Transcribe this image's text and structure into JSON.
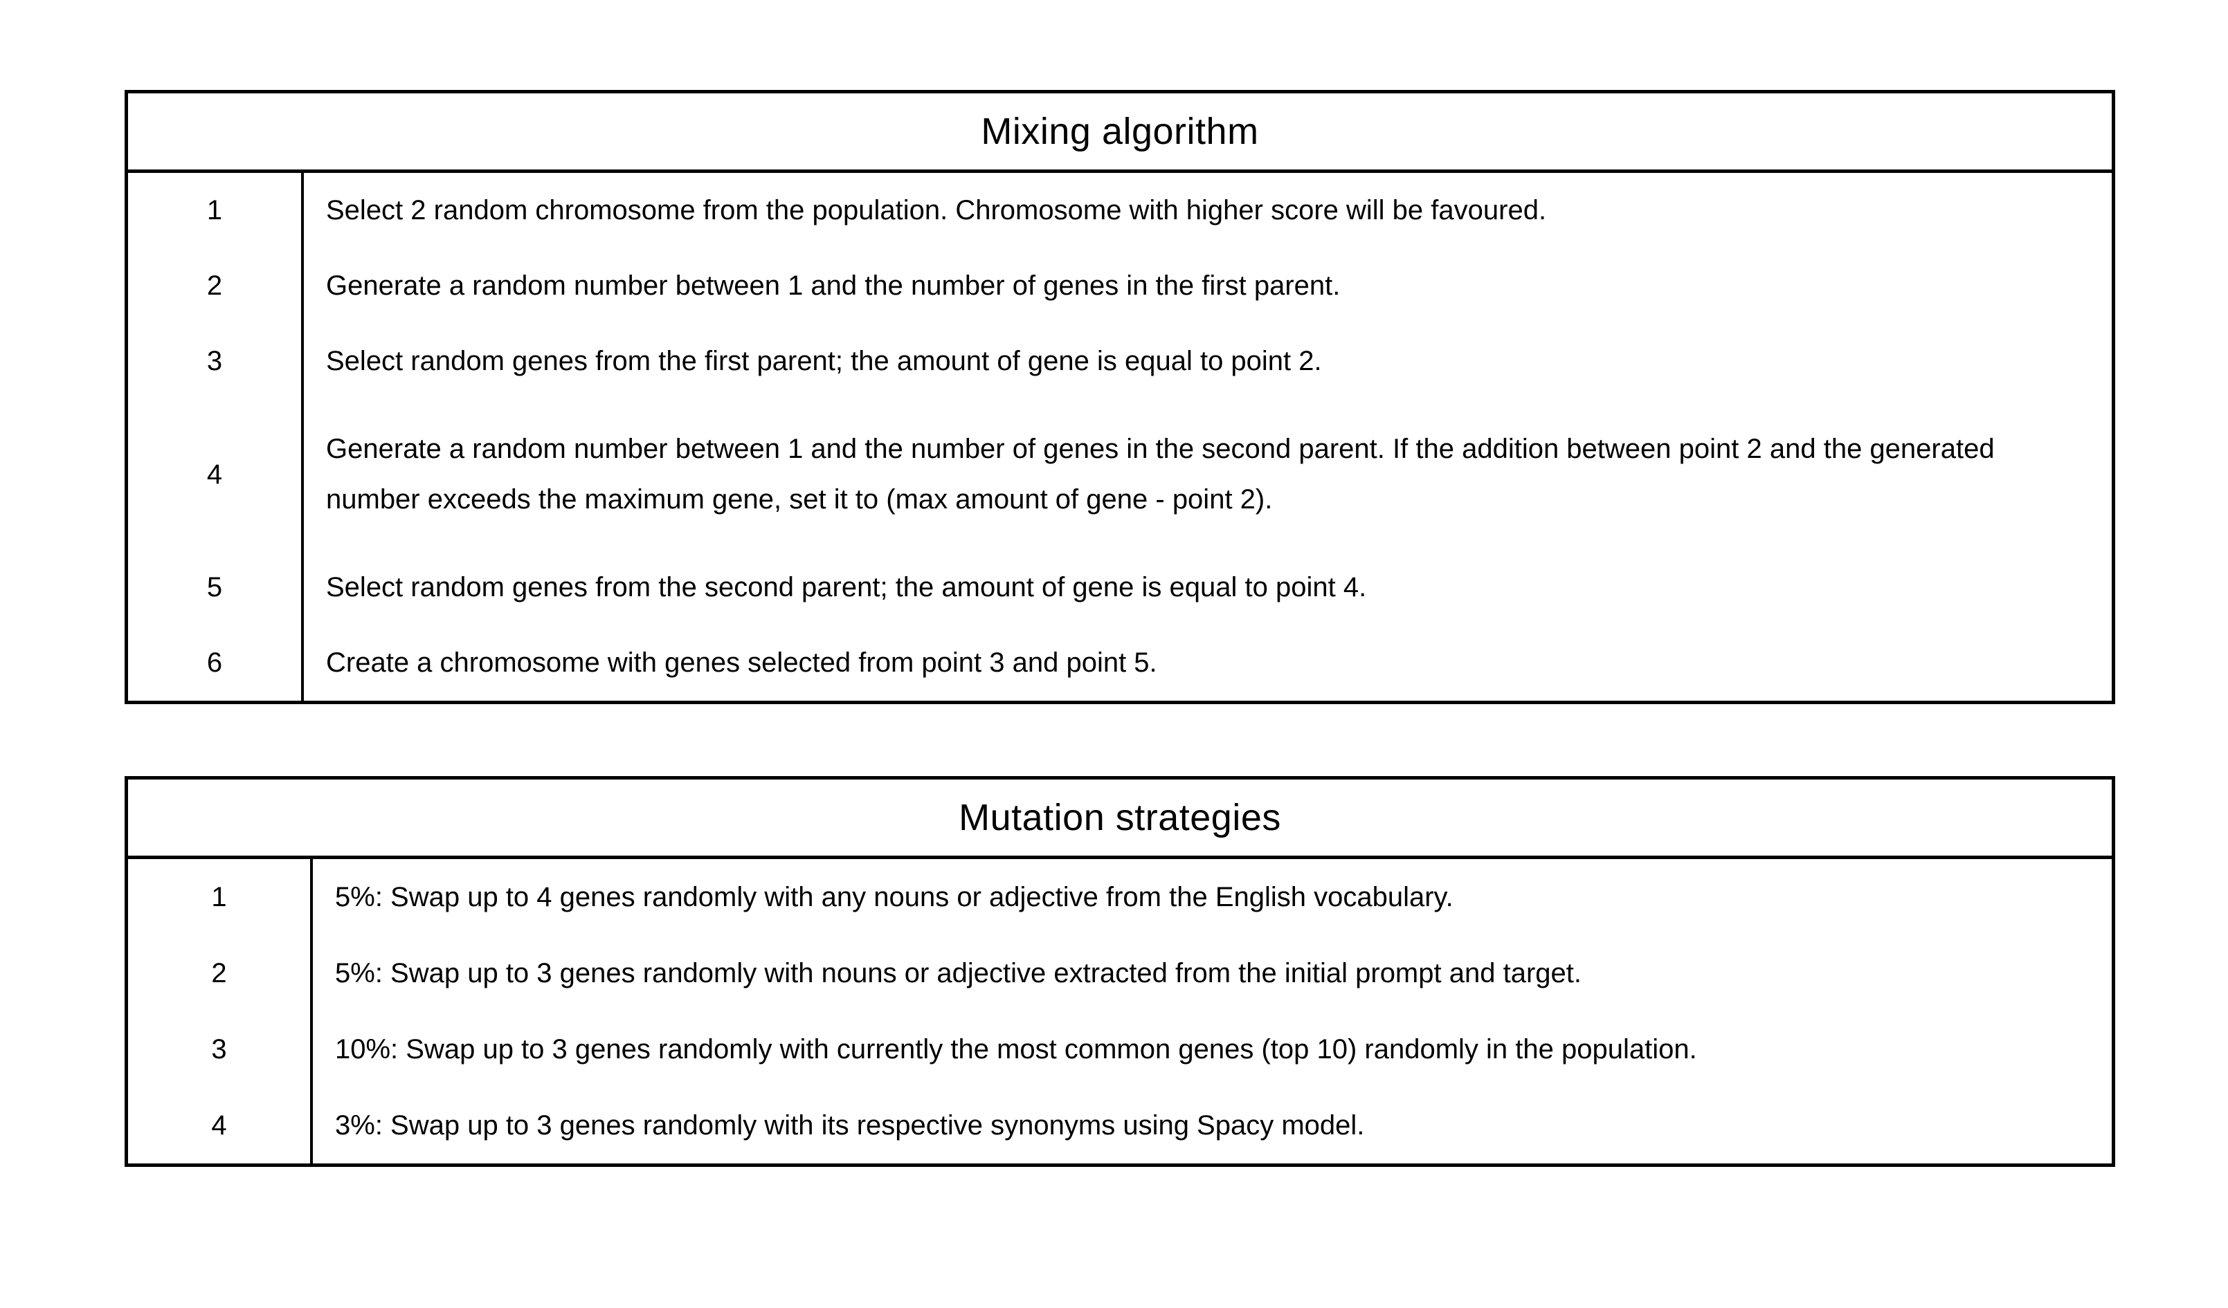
{
  "page": {
    "background_color": "#ffffff",
    "text_color": "#000000",
    "border_color": "#000000"
  },
  "tables": [
    {
      "title": "Mixing algorithm",
      "rows": [
        {
          "num": "1",
          "text": "Select 2 random chromosome from the population. Chromosome with higher score will be favoured."
        },
        {
          "num": "2",
          "text": "Generate a random number between 1 and the number of genes in the first parent."
        },
        {
          "num": "3",
          "text": "Select random genes from the first parent; the amount of gene is equal to point 2."
        },
        {
          "num": "4",
          "text": "Generate a random number between 1 and the number of genes in the second parent. If the addition between point 2 and the generated number exceeds the maximum gene, set it to (max amount of gene - point 2)."
        },
        {
          "num": "5",
          "text": "Select random genes from the second parent; the amount of gene is equal to point 4."
        },
        {
          "num": "6",
          "text": "Create a chromosome with genes selected from point 3 and point 5."
        }
      ]
    },
    {
      "title": "Mutation strategies",
      "rows": [
        {
          "num": "1",
          "text": "5%: Swap up to 4 genes randomly with any nouns or adjective from the English vocabulary."
        },
        {
          "num": "2",
          "text": "5%: Swap up to 3 genes randomly with nouns or adjective extracted from the initial prompt and target."
        },
        {
          "num": "3",
          "text": "10%: Swap up to 3 genes randomly with currently the most common genes (top 10) randomly in the population."
        },
        {
          "num": "4",
          "text": "3%: Swap up to 3 genes randomly with its respective synonyms using Spacy model."
        }
      ]
    }
  ]
}
